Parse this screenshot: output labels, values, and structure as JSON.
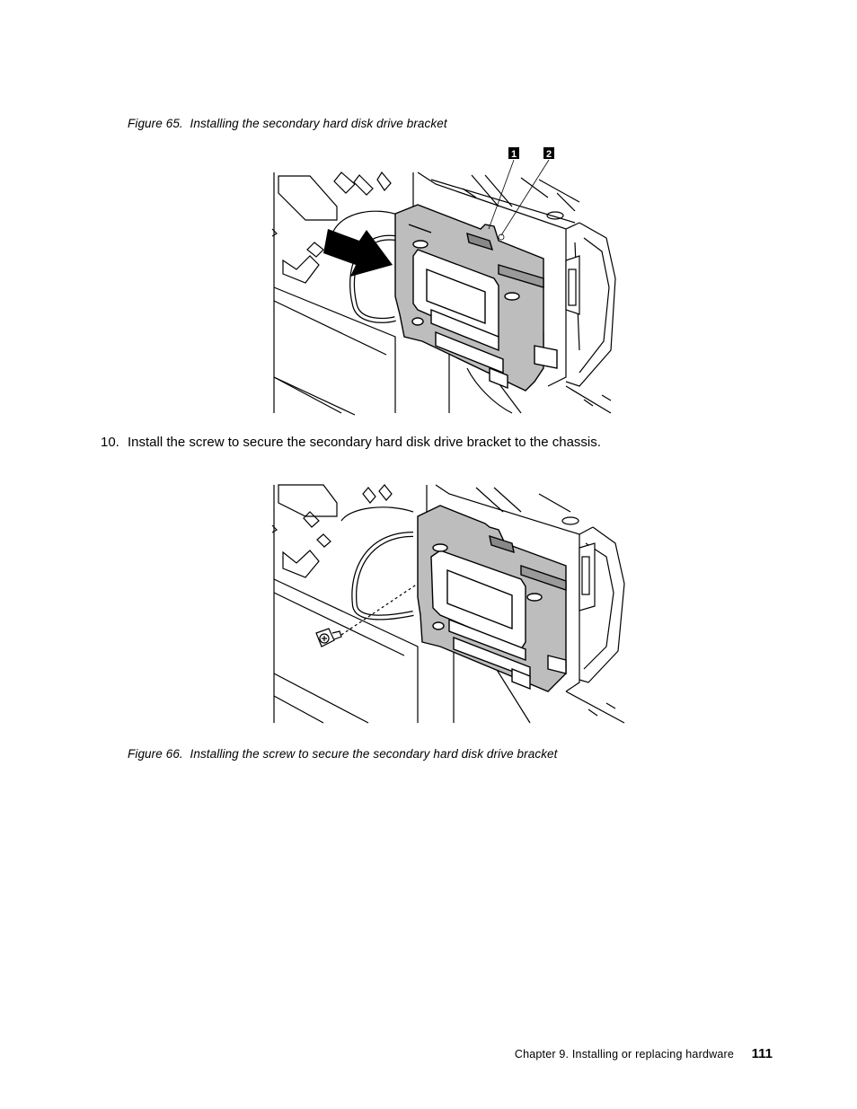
{
  "figure65": {
    "caption_label": "Figure 65.",
    "caption_text": "Installing the secondary hard disk drive bracket",
    "callouts": [
      "1",
      "2"
    ]
  },
  "step10": {
    "number": "10.",
    "text": "Install the screw to secure the secondary hard disk drive bracket to the chassis."
  },
  "figure66": {
    "caption_label": "Figure 66.",
    "caption_text": "Installing the screw to secure the secondary hard disk drive bracket"
  },
  "footer": {
    "chapter": "Chapter 9. Installing or replacing hardware",
    "page_number": "111"
  }
}
